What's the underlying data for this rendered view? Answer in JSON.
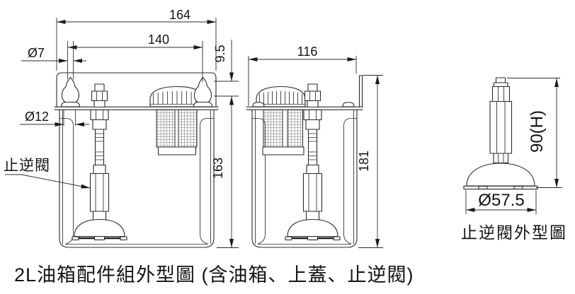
{
  "drawing": {
    "title": "2L油箱配件組外型圖 (含油箱、上蓋、止逆閥)",
    "front_view": {
      "dim_overall_width": "164",
      "dim_hole_spacing": "140",
      "dim_hole_diameter": "Ø7",
      "dim_boss_diameter": "Ø12",
      "dim_bracket_drop": "9.5",
      "dim_height": "163",
      "check_valve_label": "止逆閥"
    },
    "side_view": {
      "dim_width": "116",
      "dim_height": "181"
    },
    "check_valve_view": {
      "dim_height": "90(H)",
      "dim_base_diameter": "Ø57.5",
      "caption": "止逆閥外型圖"
    }
  }
}
